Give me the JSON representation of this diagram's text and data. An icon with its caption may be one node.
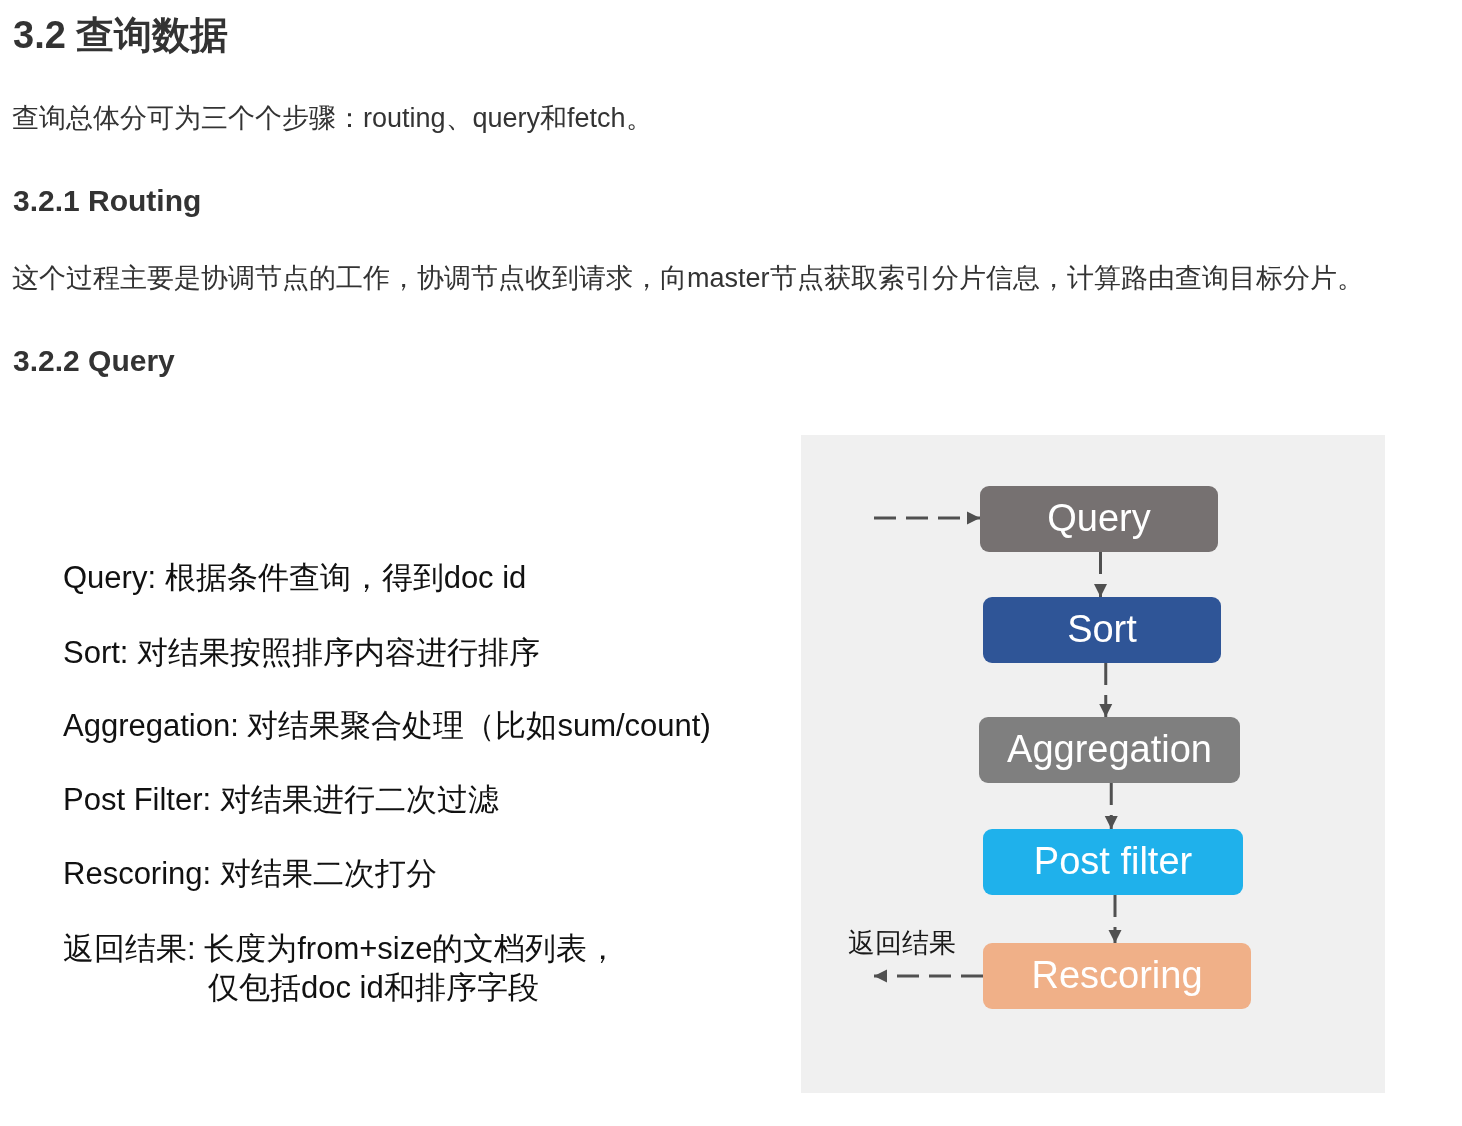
{
  "diagram": {
    "title": "3.2 查询数据",
    "nodes": [
      {
        "text": [
          "Query"
        ]
      },
      {
        "text": [
          "Sort"
        ]
      },
      {
        "text": [
          "Aggregation"
        ]
      },
      {
        "text": [
          "Post filter"
        ]
      },
      {
        "text": [
          "Rescoring"
        ]
      }
    ],
    "edges": [
      {
        "from": null,
        "to": 0,
        "arrow": "to",
        "style": "dashed"
      },
      {
        "from": 0,
        "to": 1,
        "arrow": "to",
        "style": "dashed"
      },
      {
        "from": 1,
        "to": 2,
        "arrow": "to",
        "style": "dashed"
      },
      {
        "from": 2,
        "to": 3,
        "arrow": "to",
        "style": "dashed"
      },
      {
        "from": 3,
        "to": 4,
        "arrow": "to",
        "style": "dashed"
      },
      {
        "from": 4,
        "to": null,
        "arrow": "to",
        "style": "dashed",
        "label": "返回结果"
      }
    ],
    "labels": [
      "查询总体分可为三个个步骤：routing、query和fetch。",
      "3.2.1 Routing",
      "这个过程主要是协调节点的工作，协调节点收到请求，向master节点获取索引分片信息，计算路由查询目标分片。",
      "3.2.2 Query",
      "Query: 根据条件查询，得到doc id",
      "Sort: 对结果按照排序内容进行排序",
      "Aggregation: 对结果聚合处理（比如sum/count)",
      "Post Filter: 对结果进行二次过滤",
      "Rescoring: 对结果二次打分",
      "返回结果: 长度为from+size的文档列表，仅包括doc id和排序字段"
    ]
  }
}
